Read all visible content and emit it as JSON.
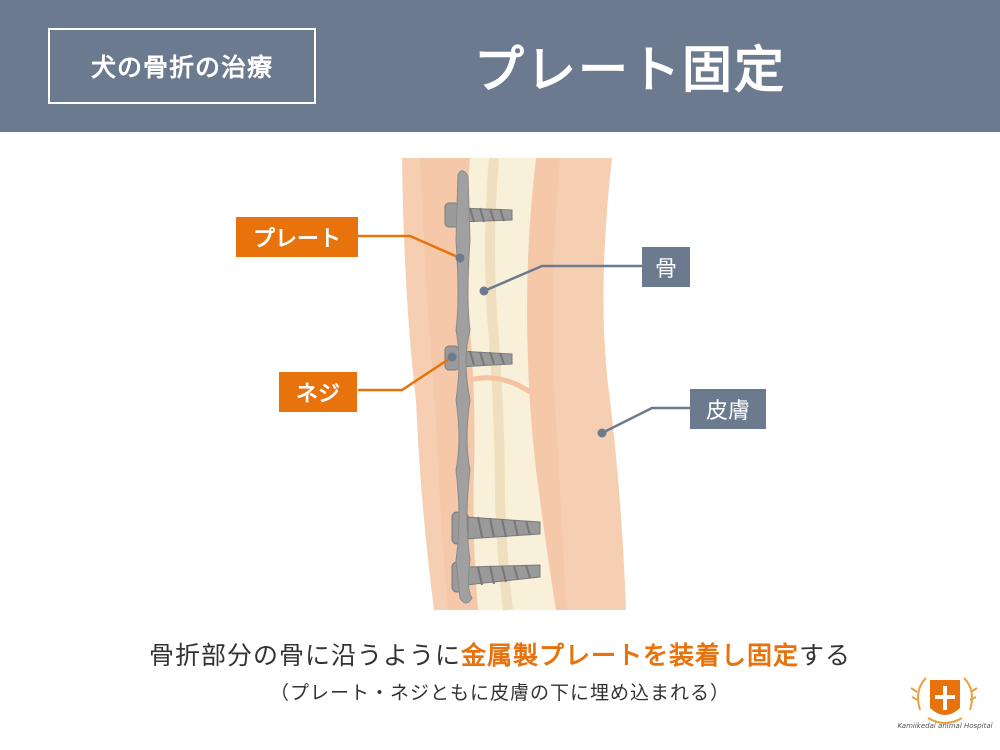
{
  "header": {
    "category": "犬の骨折の治療",
    "title": "プレート固定"
  },
  "labels": {
    "plate": "プレート",
    "screw": "ネジ",
    "bone": "骨",
    "skin": "皮膚"
  },
  "caption": {
    "line1_pre": "骨折部分の骨に沿うように",
    "line1_highlight_a": "金属製プレート",
    "line1_mid": "を",
    "line1_highlight_b": "装着し固定",
    "line1_post": "する",
    "line2": "（プレート・ネジともに皮膚の下に埋め込まれる）"
  },
  "logo": {
    "text": "Kamiikedai animal Hospital"
  },
  "colors": {
    "header_bg": "#6b7a8f",
    "accent_orange": "#e8720c",
    "skin": "#f6cfb2",
    "bone": "#f8f0d8",
    "metal": "#a0a0a0"
  }
}
